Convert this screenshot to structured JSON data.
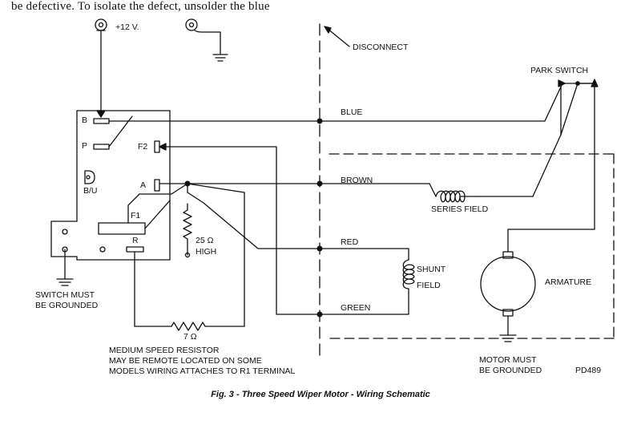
{
  "header_text": "be defective. To isolate the defect, unsolder the blue",
  "labels": {
    "plus_12v": "+12 V.",
    "disconnect": "DISCONNECT",
    "park_switch": "PARK  SWITCH",
    "blue": "BLUE",
    "brown": "BROWN",
    "red": "RED",
    "green": "GREEN",
    "series_field": "SERIES   FIELD",
    "shunt": "SHUNT",
    "field": "FIELD",
    "armature": "ARMATURE",
    "terminal_b": "B",
    "terminal_p": "P",
    "terminal_f2": "F2",
    "terminal_a": "A",
    "terminal_bu": "B/U",
    "terminal_f1": "F1",
    "terminal_r": "R",
    "resistor_25": "25 Ω",
    "high": "HIGH",
    "resistor_7": "7 Ω",
    "switch_must": "SWITCH MUST",
    "be_grounded_left": "BE GROUNDED",
    "motor_must": "MOTOR MUST",
    "be_grounded_right": "BE GROUNDED",
    "pd_code": "PD489",
    "note_line1": "MEDIUM SPEED RESISTOR",
    "note_line2": "MAY BE REMOTE LOCATED ON SOME",
    "note_line3": "MODELS WIRING ATTACHES TO R1 TERMINAL"
  },
  "caption": "Fig. 3 - Three Speed Wiper Motor - Wiring Schematic"
}
